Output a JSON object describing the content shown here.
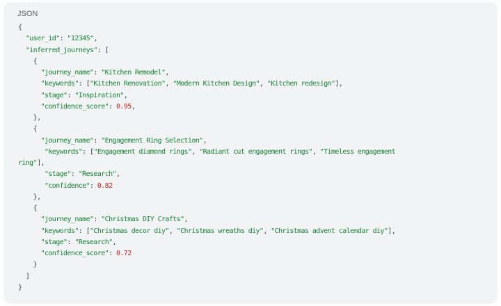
{
  "block": {
    "language_label": "JSON",
    "lines": [
      [
        [
          "{",
          "p"
        ]
      ],
      [
        [
          "  ",
          "p"
        ],
        [
          "\"user_id\"",
          "k"
        ],
        [
          ": ",
          "p"
        ],
        [
          "\"12345\"",
          "s"
        ],
        [
          ",",
          "p"
        ]
      ],
      [
        [
          "  ",
          "p"
        ],
        [
          "\"inferred_journeys\"",
          "k"
        ],
        [
          ": [",
          "p"
        ]
      ],
      [
        [
          "    {",
          "p"
        ]
      ],
      [
        [
          "      ",
          "p"
        ],
        [
          "\"journey_name\"",
          "k"
        ],
        [
          ": ",
          "p"
        ],
        [
          "\"Kitchen Remodel\"",
          "s"
        ],
        [
          ",",
          "p"
        ]
      ],
      [
        [
          "      ",
          "p"
        ],
        [
          "\"keywords\"",
          "k"
        ],
        [
          ": [",
          "p"
        ],
        [
          "\"Kitchen Renovation\"",
          "s"
        ],
        [
          ", ",
          "p"
        ],
        [
          "\"Modern Kitchen Design\"",
          "s"
        ],
        [
          ", ",
          "p"
        ],
        [
          "\"Kitchen redesign\"",
          "s"
        ],
        [
          "],",
          "p"
        ]
      ],
      [
        [
          "      ",
          "p"
        ],
        [
          "\"stage\"",
          "k"
        ],
        [
          ": ",
          "p"
        ],
        [
          "\"Inspiration\"",
          "s"
        ],
        [
          ",",
          "p"
        ]
      ],
      [
        [
          "      ",
          "p"
        ],
        [
          "\"confidence_score\"",
          "k"
        ],
        [
          ": ",
          "p"
        ],
        [
          "0.95",
          "n"
        ],
        [
          ",",
          "p"
        ]
      ],
      [
        [
          "    },",
          "p"
        ]
      ],
      [
        [
          "    {",
          "p"
        ]
      ],
      [
        [
          "      ",
          "p"
        ],
        [
          "\"journey_name\"",
          "k"
        ],
        [
          ": ",
          "p"
        ],
        [
          "\"Engagement Ring Selection\"",
          "s"
        ],
        [
          ",",
          "p"
        ]
      ],
      [
        [
          "       ",
          "p"
        ],
        [
          "\"keywords\"",
          "k"
        ],
        [
          ": [",
          "p"
        ],
        [
          "\"Engagement diamond rings\"",
          "s"
        ],
        [
          ", ",
          "p"
        ],
        [
          "\"Radiant cut engagement rings\"",
          "s"
        ],
        [
          ", ",
          "p"
        ],
        [
          "\"Timeless engagement",
          "s"
        ]
      ],
      [
        [
          "ring\"",
          "s"
        ],
        [
          "],",
          "p"
        ]
      ],
      [
        [
          "       ",
          "p"
        ],
        [
          "\"stage\"",
          "k"
        ],
        [
          ": ",
          "p"
        ],
        [
          "\"Research\"",
          "s"
        ],
        [
          ",",
          "p"
        ]
      ],
      [
        [
          "       ",
          "p"
        ],
        [
          "\"confidence\"",
          "k"
        ],
        [
          ": ",
          "p"
        ],
        [
          "0.82",
          "n"
        ]
      ],
      [
        [
          "    },",
          "p"
        ]
      ],
      [
        [
          "    {",
          "p"
        ]
      ],
      [
        [
          "      ",
          "p"
        ],
        [
          "\"journey_name\"",
          "k"
        ],
        [
          ": ",
          "p"
        ],
        [
          "\"Christmas DIY Crafts\"",
          "s"
        ],
        [
          ",",
          "p"
        ]
      ],
      [
        [
          "      ",
          "p"
        ],
        [
          "\"keywords\"",
          "k"
        ],
        [
          ": [",
          "p"
        ],
        [
          "\"Christmas decor diy\"",
          "s"
        ],
        [
          ", ",
          "p"
        ],
        [
          "\"Christmas wreaths diy\"",
          "s"
        ],
        [
          ", ",
          "p"
        ],
        [
          "\"Christmas advent calendar diy\"",
          "s"
        ],
        [
          "],",
          "p"
        ]
      ],
      [
        [
          "      ",
          "p"
        ],
        [
          "\"stage\"",
          "k"
        ],
        [
          ": ",
          "p"
        ],
        [
          "\"Research\"",
          "s"
        ],
        [
          ",",
          "p"
        ]
      ],
      [
        [
          "      ",
          "p"
        ],
        [
          "\"confidence_score\"",
          "k"
        ],
        [
          ": ",
          "p"
        ],
        [
          "0.72",
          "n"
        ]
      ],
      [
        [
          "    }",
          "p"
        ]
      ],
      [
        [
          "  ]",
          "p"
        ]
      ],
      [
        [
          "}",
          "p"
        ]
      ]
    ]
  }
}
